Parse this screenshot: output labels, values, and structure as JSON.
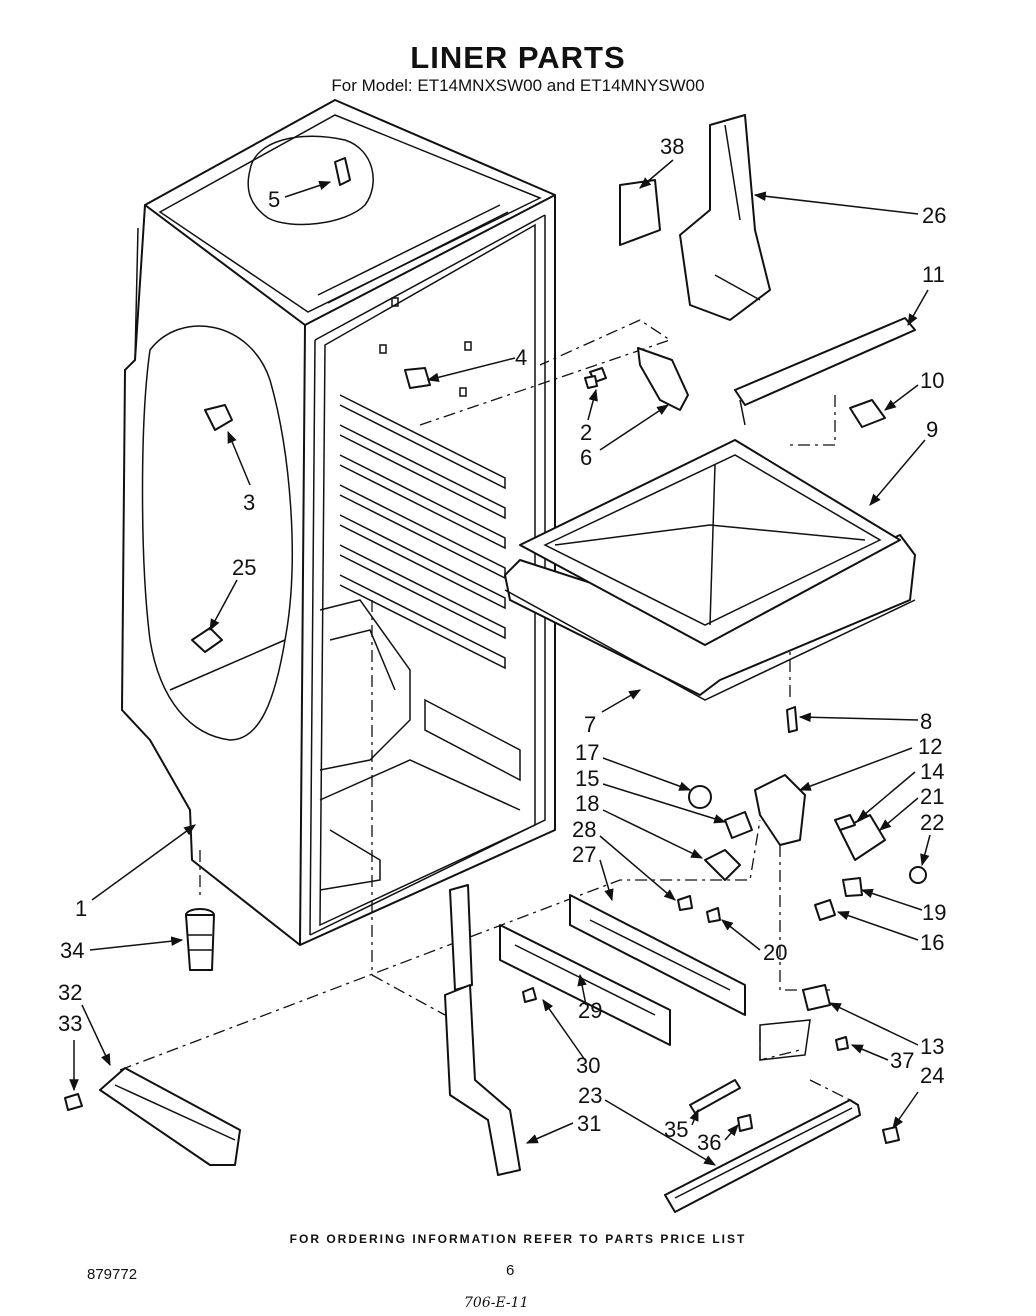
{
  "header": {
    "title": "LINER PARTS",
    "subtitle": "For Model: ET14MNXSW00 and ET14MNYSW00"
  },
  "callouts": [
    "1",
    "2",
    "3",
    "4",
    "5",
    "6",
    "7",
    "8",
    "9",
    "10",
    "11",
    "12",
    "13",
    "14",
    "15",
    "16",
    "17",
    "18",
    "19",
    "20",
    "21",
    "22",
    "23",
    "24",
    "25",
    "26",
    "27",
    "28",
    "29",
    "30",
    "31",
    "32",
    "33",
    "34",
    "35",
    "36",
    "37",
    "38"
  ],
  "footer": {
    "ordering_note": "FOR ORDERING INFORMATION REFER TO PARTS PRICE LIST",
    "document_number": "879772",
    "page_number": "6",
    "handwritten_note": "706-E-11"
  }
}
